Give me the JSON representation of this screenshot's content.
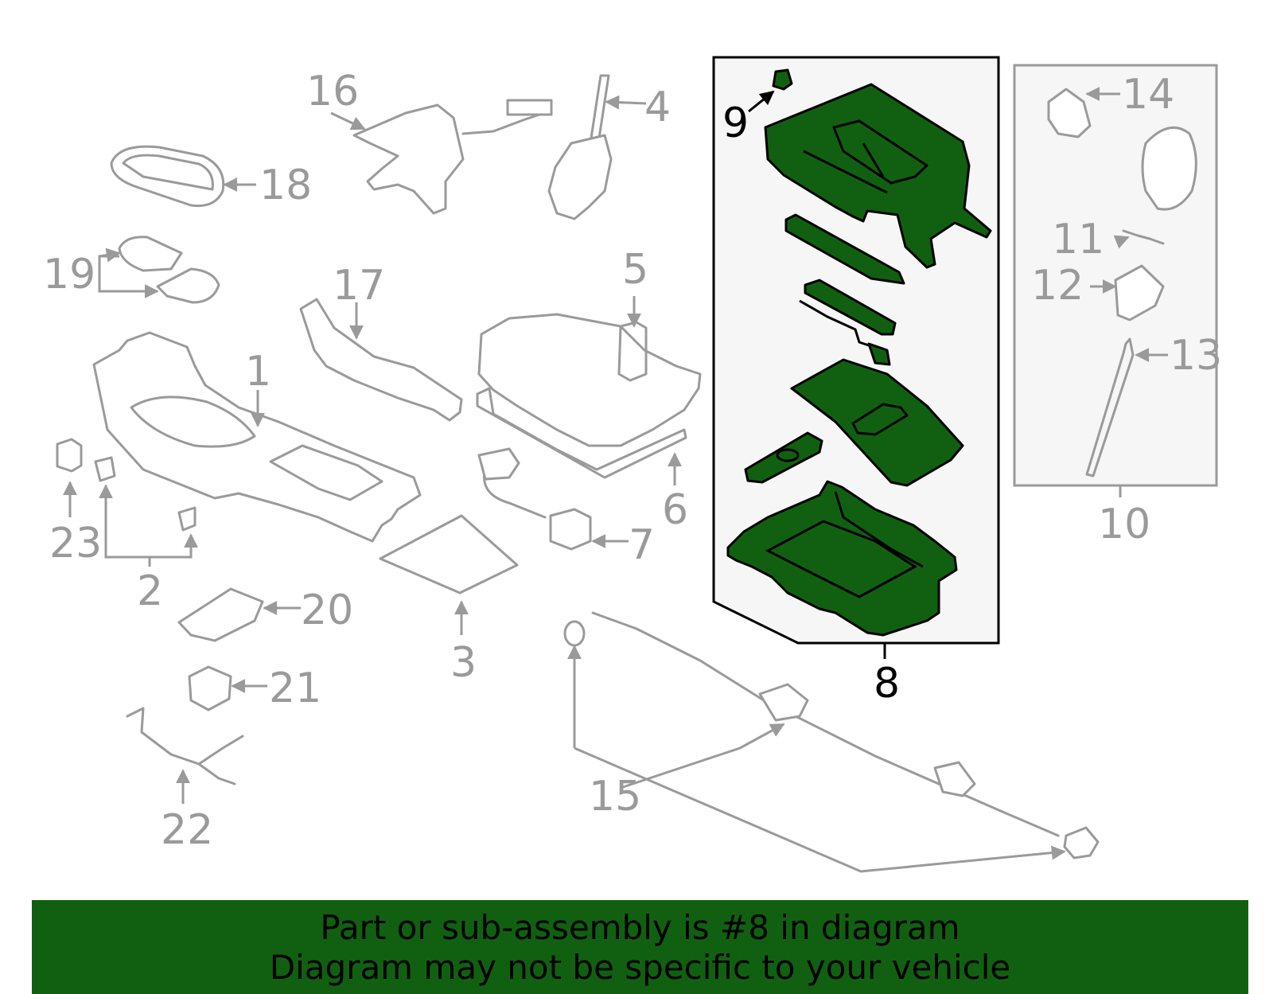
{
  "highlight_color": "#116011",
  "line_color": "#9a9a9a",
  "callouts": [
    {
      "id": "1",
      "label": "1"
    },
    {
      "id": "2",
      "label": "2"
    },
    {
      "id": "3",
      "label": "3"
    },
    {
      "id": "4",
      "label": "4"
    },
    {
      "id": "5",
      "label": "5"
    },
    {
      "id": "6",
      "label": "6"
    },
    {
      "id": "7",
      "label": "7"
    },
    {
      "id": "8",
      "label": "8"
    },
    {
      "id": "9",
      "label": "9"
    },
    {
      "id": "10",
      "label": "10"
    },
    {
      "id": "11",
      "label": "11"
    },
    {
      "id": "12",
      "label": "12"
    },
    {
      "id": "13",
      "label": "13"
    },
    {
      "id": "14",
      "label": "14"
    },
    {
      "id": "15",
      "label": "15"
    },
    {
      "id": "16",
      "label": "16"
    },
    {
      "id": "17",
      "label": "17"
    },
    {
      "id": "18",
      "label": "18"
    },
    {
      "id": "19",
      "label": "19"
    },
    {
      "id": "20",
      "label": "20"
    },
    {
      "id": "21",
      "label": "21"
    },
    {
      "id": "22",
      "label": "22"
    },
    {
      "id": "23",
      "label": "23"
    }
  ],
  "highlighted_part": "8",
  "banner": {
    "line1": "Part or sub-assembly is #8 in diagram",
    "line2": "Diagram may not be specific to your vehicle"
  }
}
